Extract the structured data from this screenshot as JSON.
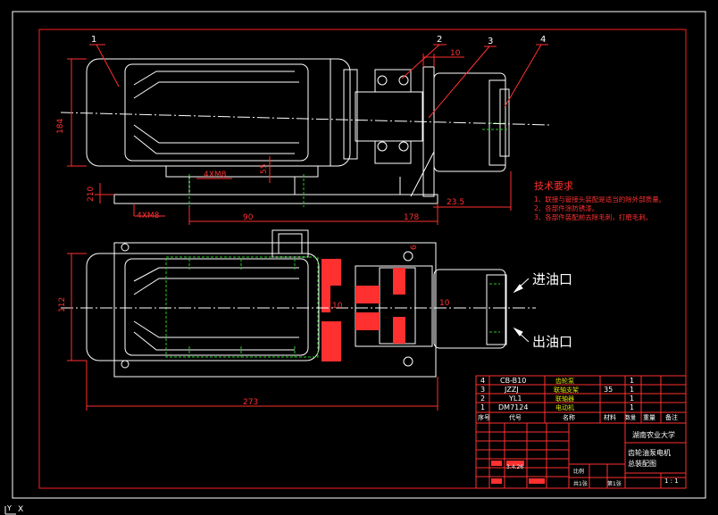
{
  "colors": {
    "background": "#000000",
    "frame": "#ff2020",
    "outline": "#ffffff",
    "hidden": "#22cc22",
    "center": "#ffffff",
    "dim": "#ff3030",
    "section": "#ff4040",
    "notes": "#ff3030",
    "labels": "#ffffff",
    "yellow": "#e0e000"
  },
  "part_callouts": [
    "1",
    "2",
    "3",
    "4"
  ],
  "dimensions": {
    "top_view_height": "184",
    "flange_offset": "10",
    "bolt_spec_top": "4XM8",
    "bolt_height": "55",
    "base_thickness": "210",
    "bolt_spec_bottom": "4XM8",
    "span_90": "90",
    "span_178": "178",
    "offset_235": "23.5",
    "side_height": "112",
    "side_dim_10a": "10",
    "side_dim_10b": "10",
    "hole_dim": "6",
    "total_length": "273"
  },
  "ports": {
    "inlet": "进油口",
    "outlet": "出油口"
  },
  "notes": {
    "title": "技术要求",
    "items": [
      "1、联接与管接头装配是适当的除外部质量。",
      "2、各部件涂防锈漆。",
      "3、各部件装配前去除毛刺，打磨毛刺。"
    ]
  },
  "bom": {
    "rows": [
      {
        "no": "4",
        "code": "CB-B10",
        "name": "齿轮泵",
        "qty": "1",
        "mat": "",
        "note": ""
      },
      {
        "no": "3",
        "code": "JZZJ",
        "name": "联轴支架",
        "qty": "1",
        "mat": "35",
        "note": ""
      },
      {
        "no": "2",
        "code": "YL1",
        "name": "联轴器",
        "qty": "1",
        "mat": "",
        "note": ""
      },
      {
        "no": "1",
        "code": "DM7124",
        "name": "电动机",
        "qty": "1",
        "mat": "",
        "note": ""
      }
    ],
    "header": [
      "序号",
      "代号",
      "名称",
      "数量",
      "材料",
      "重量",
      "备注"
    ]
  },
  "title_block": {
    "school": "湖南农业大学",
    "drawing_title_1": "齿轮油泵电机",
    "drawing_title_2": "总装配图",
    "scale_label": "比例",
    "scale": "1 : 1",
    "sheet": "共1张",
    "sheet_no": "第1张",
    "date": "3.4.26"
  },
  "statusbar": {
    "axis_y": "Y",
    "axis_x": "X"
  }
}
